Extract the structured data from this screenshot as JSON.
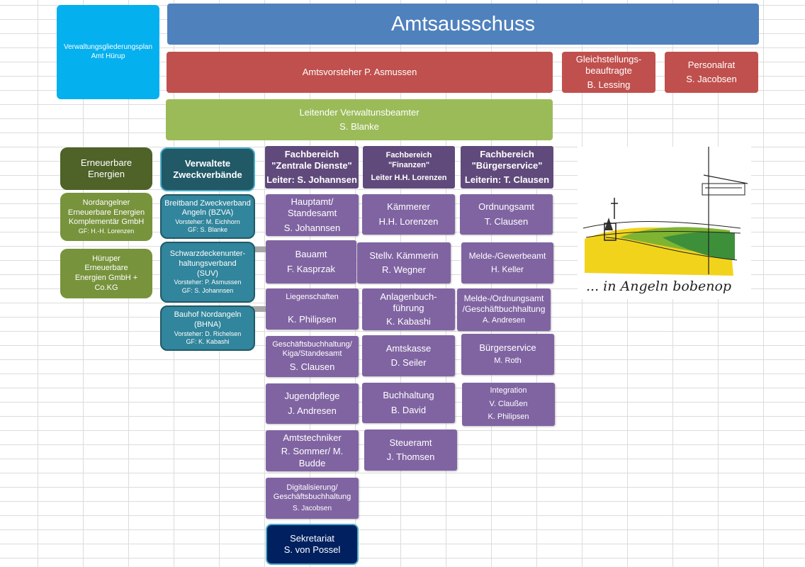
{
  "title": "Amtsausschuss",
  "plan_label": [
    "Verwaltungsgliederungsplan",
    "Amt Hürup"
  ],
  "amtsvorsteher": "Amtsvorsteher P. Asmussen",
  "gleichstellung": [
    "Gleichstellungs-\nbeauftragte",
    "B. Lessing"
  ],
  "personalrat": [
    "Personalrat",
    "S. Jacobsen"
  ],
  "leitender": [
    "Leitender Verwaltunsbeamter",
    "S. Blanke"
  ],
  "erneuerbare": {
    "header": "Erneuerbare\nEnergien",
    "items": [
      [
        "Nordangelner\nErneuerbare Energien\nKomplementär GmbH",
        "GF: H.-H. Lorenzen"
      ],
      [
        "Hüruper\nErneuerbare\nEnergien GmbH +\nCo.KG"
      ]
    ]
  },
  "zweckverbaende": {
    "header": "Verwaltete\nZweckverbände",
    "items": [
      [
        "Breitband Zweckverband\nAngeln (BZVA)",
        "Vorsteher: M. Eichhorn",
        "GF: S. Blanke"
      ],
      [
        "Schwarzdeckenunter-\nhaltungsverband\n(SUV)",
        "Vorsteher: P. Asmussen",
        "GF: S. Johannsen"
      ],
      [
        "Bauhof Nordangeln\n(BHNA)",
        "Vorsteher: D. Richelsen",
        "GF: K. Kabashi"
      ]
    ]
  },
  "fb_zentrale": {
    "header": [
      "Fachbereich\n\"Zentrale Dienste\"",
      "Leiter: S. Johannsen"
    ],
    "items": [
      [
        "Hauptamt/\nStandesamt",
        "S. Johannsen"
      ],
      [
        "Bauamt",
        "F. Kasprzak"
      ],
      [
        "Liegenschaften",
        "K. Philipsen"
      ],
      [
        "Geschäftsbuchhaltung/\nKiga/Standesamt",
        "S. Clausen"
      ],
      [
        "Jugendpflege",
        "J. Andresen"
      ],
      [
        "Amtstechniker",
        "R. Sommer/ M.\nBudde"
      ],
      [
        "Digitalisierung/\nGeschäftsbuchhaltung",
        "S. Jacobsen"
      ]
    ],
    "sekretariat": [
      "Sekretariat",
      "S. von Possel"
    ]
  },
  "fb_finanzen": {
    "header": [
      "Fachbereich\n\"Finanzen\"",
      "Leiter H.H. Lorenzen"
    ],
    "items": [
      [
        "Kämmerer",
        "H.H. Lorenzen"
      ],
      [
        "Stellv. Kämmerin",
        "R. Wegner"
      ],
      [
        "Anlagenbuch-\nführung",
        "K. Kabashi"
      ],
      [
        "Amtskasse",
        "D. Seiler"
      ],
      [
        "Buchhaltung",
        "B. David"
      ],
      [
        "Steueramt",
        "J. Thomsen"
      ]
    ]
  },
  "fb_buerger": {
    "header": [
      "Fachbereich\n\"Bürgerservice\"",
      "Leiterin: T. Clausen"
    ],
    "items": [
      [
        "Ordnungsamt",
        "T. Clausen"
      ],
      [
        "Melde-/Gewerbeamt",
        "H. Keller"
      ],
      [
        "Melde-/Ordnungsamt\n/Geschäftbuchhaltung",
        "A. Andresen"
      ],
      [
        "Bürgerservice",
        "M. Roth"
      ],
      [
        "Integration",
        "V. Claußen",
        "K. Philipsen"
      ]
    ]
  },
  "logo": {
    "text": "... in Angeln bobenop"
  },
  "colors": {
    "title": "#4f81bd",
    "red": "#c0504d",
    "green": "#9bbb59",
    "cyan": "#05b0ef",
    "teal": "#31859c",
    "purple": "#8064a2",
    "purple_header": "#604a7b",
    "navy": "#002060"
  }
}
